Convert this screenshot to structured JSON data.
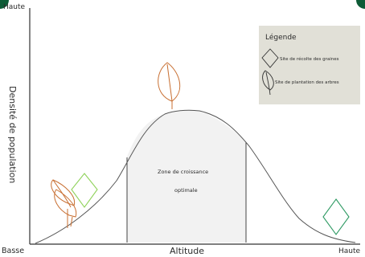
{
  "axes": {
    "y_top_label": "Haute",
    "y_bottom_label": "Basse",
    "y_title": "Densité de population",
    "x_title": "Altitude",
    "x_right_label": "Haute"
  },
  "zone": {
    "line1": "Zone de croissance",
    "line2": "optimale"
  },
  "legend": {
    "title": "Légende",
    "items": [
      {
        "label": "Site de récolte des graines",
        "icon": "diamond-icon"
      },
      {
        "label": "Site de plantation des arbres",
        "icon": "leaf-icon"
      }
    ]
  },
  "colors": {
    "curve": "#555555",
    "legend_bg": "#e1e0d7",
    "leaf_orange": "#c86f32",
    "diamond_light_green": "#8fd25a",
    "diamond_dark_green": "#2e9a63",
    "corner_green": "#0e5b36"
  }
}
